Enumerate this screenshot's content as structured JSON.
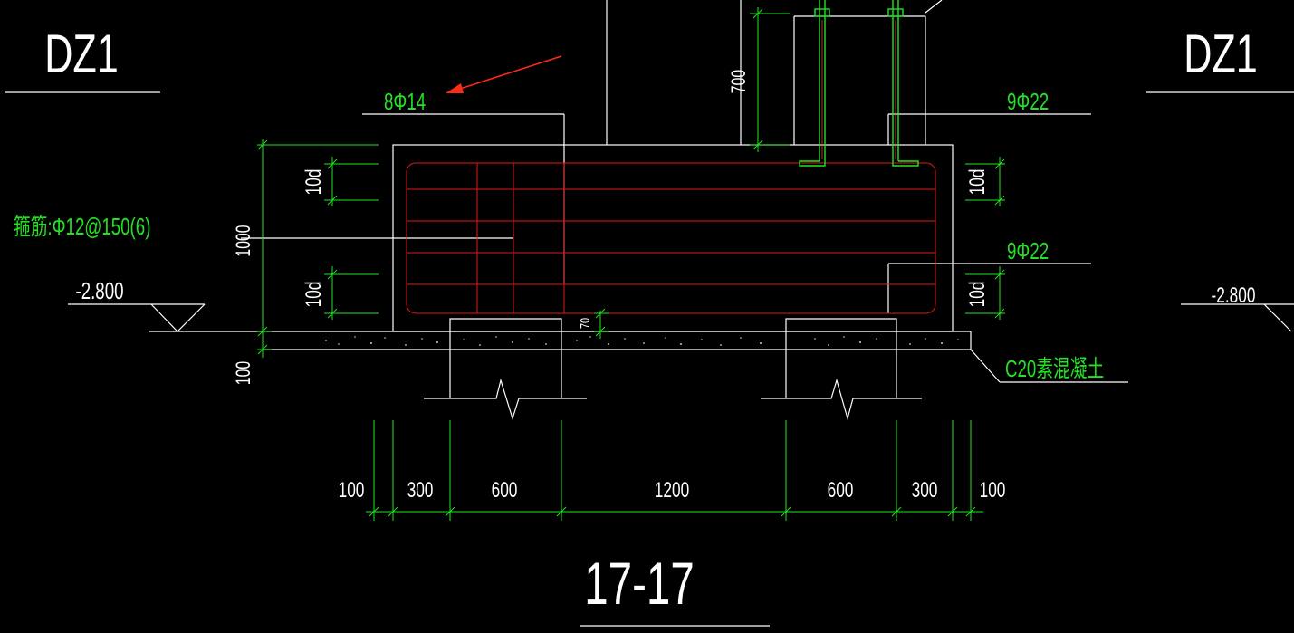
{
  "labels": {
    "title_left": "DZ1",
    "title_right": "DZ1",
    "section": "17-17",
    "rebar_top": "8Φ14",
    "rebar_right_top": "9Φ22",
    "rebar_right_bottom": "9Φ22",
    "stirrup": "箍筋:Φ12@150(6)",
    "concrete": "C20素混凝土",
    "elev_left": "-2.800",
    "elev_right": "-2.800",
    "anchor_len": "10d"
  },
  "dims_vertical": {
    "height": "1000",
    "pad": "100",
    "bolt": "700",
    "cover": "70"
  },
  "dims_horizontal": [
    "100",
    "300",
    "600",
    "1200",
    "600",
    "300",
    "100"
  ],
  "colors": {
    "background": "#000000",
    "outline": "#ffffff",
    "dimension": "#22e322",
    "rebar": "#e01818",
    "arrow": "#ff2a1a"
  }
}
